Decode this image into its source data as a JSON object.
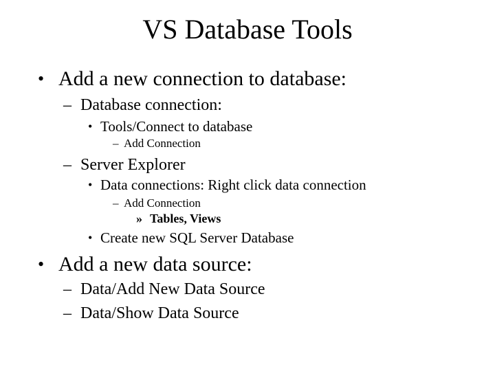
{
  "slide": {
    "title": "VS Database Tools",
    "background_color": "#ffffff",
    "text_color": "#000000",
    "bullets": [
      {
        "level": 1,
        "marker": "•",
        "text": "Add a new connection to database:"
      },
      {
        "level": 2,
        "marker": "–",
        "text": "Database connection:"
      },
      {
        "level": 3,
        "marker": "•",
        "text": "Tools/Connect to database"
      },
      {
        "level": 4,
        "marker": "–",
        "text": "Add Connection"
      },
      {
        "level": 2,
        "marker": "–",
        "text": "Server Explorer"
      },
      {
        "level": 3,
        "marker": "•",
        "text": "Data connections: Right click data connection"
      },
      {
        "level": 4,
        "marker": "–",
        "text": "Add Connection"
      },
      {
        "level": 5,
        "marker": "»",
        "text": "Tables, Views"
      },
      {
        "level": 3,
        "marker": "•",
        "text": "Create new SQL Server Database"
      },
      {
        "level": 1,
        "marker": "•",
        "text": "Add a new data source:"
      },
      {
        "level": 2,
        "marker": "–",
        "text": "Data/Add New Data Source"
      },
      {
        "level": 2,
        "marker": "–",
        "text": "Data/Show Data Source"
      }
    ]
  }
}
